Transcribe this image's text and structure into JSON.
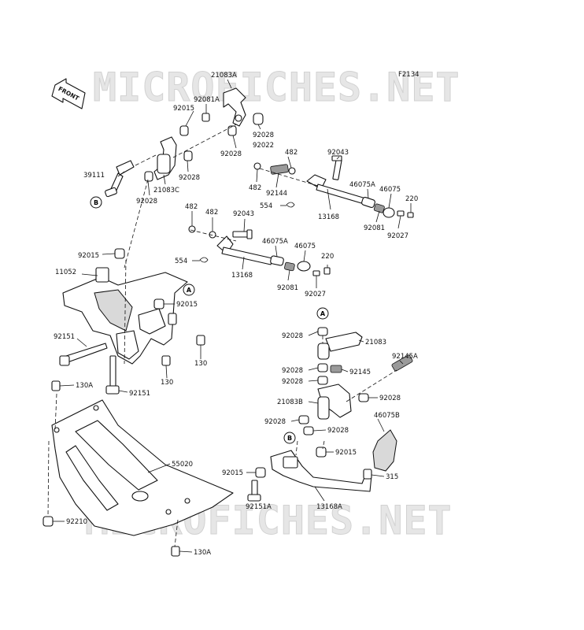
{
  "figure_code": "F2134",
  "watermark": "MICROFICHES.NET",
  "front_arrow_label": "FRONT",
  "reference_markers": [
    {
      "id": "marker-a-upper",
      "letter": "A"
    },
    {
      "id": "marker-b-left",
      "letter": "B"
    },
    {
      "id": "marker-a-lower",
      "letter": "A"
    },
    {
      "id": "marker-b-lower",
      "letter": "B"
    }
  ],
  "part_labels": [
    {
      "id": "21083A",
      "text": "21083A"
    },
    {
      "id": "92081A",
      "text": "92081A"
    },
    {
      "id": "92015-top",
      "text": "92015"
    },
    {
      "id": "92028-a",
      "text": "92028"
    },
    {
      "id": "92022",
      "text": "92022"
    },
    {
      "id": "92028-b",
      "text": "92028"
    },
    {
      "id": "92028-c",
      "text": "92028"
    },
    {
      "id": "39111",
      "text": "39111"
    },
    {
      "id": "21083C",
      "text": "21083C"
    },
    {
      "id": "92028-d",
      "text": "92028"
    },
    {
      "id": "482-a",
      "text": "482"
    },
    {
      "id": "92043-a",
      "text": "92043"
    },
    {
      "id": "482-b",
      "text": "482"
    },
    {
      "id": "92144",
      "text": "92144"
    },
    {
      "id": "46075A-a",
      "text": "46075A"
    },
    {
      "id": "46075-a",
      "text": "46075"
    },
    {
      "id": "220-a",
      "text": "220"
    },
    {
      "id": "554-a",
      "text": "554"
    },
    {
      "id": "13168-a",
      "text": "13168"
    },
    {
      "id": "92081-a",
      "text": "92081"
    },
    {
      "id": "92027-a",
      "text": "92027"
    },
    {
      "id": "482-c",
      "text": "482"
    },
    {
      "id": "482-d",
      "text": "482"
    },
    {
      "id": "92043-b",
      "text": "92043"
    },
    {
      "id": "46075A-b",
      "text": "46075A"
    },
    {
      "id": "46075-b",
      "text": "46075"
    },
    {
      "id": "220-b",
      "text": "220"
    },
    {
      "id": "554-b",
      "text": "554"
    },
    {
      "id": "13168-b",
      "text": "13168"
    },
    {
      "id": "92081-b",
      "text": "92081"
    },
    {
      "id": "92027-b",
      "text": "92027"
    },
    {
      "id": "92015-b",
      "text": "92015"
    },
    {
      "id": "11052",
      "text": "11052"
    },
    {
      "id": "92015-c",
      "text": "92015"
    },
    {
      "id": "92151-a",
      "text": "92151"
    },
    {
      "id": "130-a",
      "text": "130"
    },
    {
      "id": "130-b",
      "text": "130"
    },
    {
      "id": "92151-b",
      "text": "92151"
    },
    {
      "id": "130A-a",
      "text": "130A"
    },
    {
      "id": "55020",
      "text": "55020"
    },
    {
      "id": "92210",
      "text": "92210"
    },
    {
      "id": "130A-b",
      "text": "130A"
    },
    {
      "id": "92028-e",
      "text": "92028"
    },
    {
      "id": "21083",
      "text": "21083"
    },
    {
      "id": "92145A",
      "text": "92145A"
    },
    {
      "id": "92028-f",
      "text": "92028"
    },
    {
      "id": "92145",
      "text": "92145"
    },
    {
      "id": "92028-g",
      "text": "92028"
    },
    {
      "id": "21083B",
      "text": "21083B"
    },
    {
      "id": "92028-h",
      "text": "92028"
    },
    {
      "id": "92028-i",
      "text": "92028"
    },
    {
      "id": "92028-j",
      "text": "92028"
    },
    {
      "id": "46075B",
      "text": "46075B"
    },
    {
      "id": "92015-d",
      "text": "92015"
    },
    {
      "id": "92015-e",
      "text": "92015"
    },
    {
      "id": "315",
      "text": "315"
    },
    {
      "id": "92151A",
      "text": "92151A"
    },
    {
      "id": "13168A",
      "text": "13168A"
    }
  ]
}
